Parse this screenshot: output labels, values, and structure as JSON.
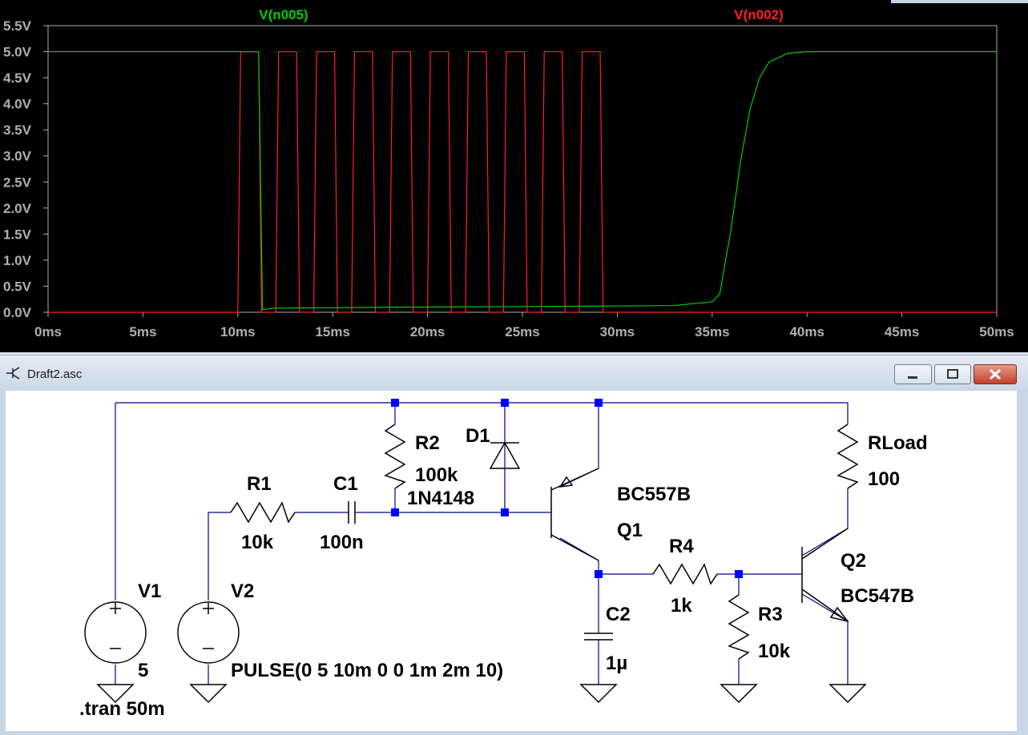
{
  "waveform": {
    "traces": [
      {
        "name": "V(n005)",
        "color": "#00cc00"
      },
      {
        "name": "V(n002)",
        "color": "#ff2020"
      }
    ],
    "y_ticks": [
      "5.5V",
      "5.0V",
      "4.5V",
      "4.0V",
      "3.5V",
      "3.0V",
      "2.5V",
      "2.0V",
      "1.5V",
      "1.0V",
      "0.5V",
      "0.0V"
    ],
    "x_ticks": [
      "0ms",
      "5ms",
      "10ms",
      "15ms",
      "20ms",
      "25ms",
      "30ms",
      "35ms",
      "40ms",
      "45ms",
      "50ms"
    ],
    "axis_color": "#b0b0b0"
  },
  "schematic_window": {
    "title": "Draft2.asc",
    "controls": {
      "minimize": "minimize",
      "maximize": "maximize",
      "close": "close"
    }
  },
  "schematic": {
    "v1": {
      "name": "V1",
      "value": "5"
    },
    "v2": {
      "name": "V2",
      "value": "PULSE(0 5 10m 0 0 1m 2m 10)"
    },
    "r1": {
      "name": "R1",
      "value": "10k"
    },
    "c1": {
      "name": "C1",
      "value": "100n"
    },
    "r2": {
      "name": "R2",
      "value": "100k"
    },
    "d1": {
      "name": "D1",
      "value": "1N4148"
    },
    "q1": {
      "name": "Q1",
      "value": "BC557B"
    },
    "c2": {
      "name": "C2",
      "value": "1µ"
    },
    "r4": {
      "name": "R4",
      "value": "1k"
    },
    "r3": {
      "name": "R3",
      "value": "10k"
    },
    "q2": {
      "name": "Q2",
      "value": "BC547B"
    },
    "rload": {
      "name": "RLoad",
      "value": "100"
    },
    "directive": ".tran 50m"
  }
}
